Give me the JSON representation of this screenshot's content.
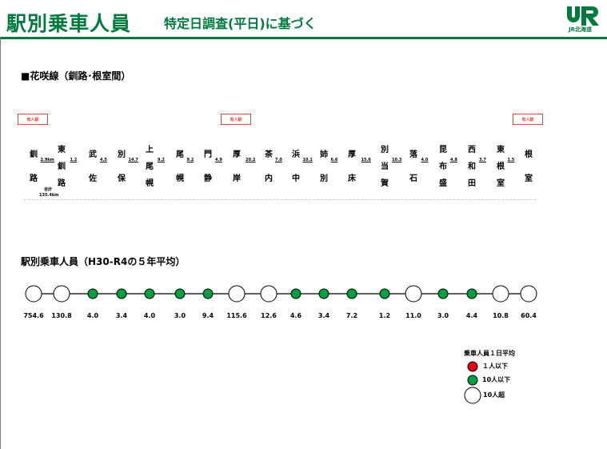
{
  "header": {
    "title": "駅別乗車人員",
    "subtitle": "特定日調査(平日)に基づく",
    "logo_text": "JR北海道",
    "accent_color": "#007a3d"
  },
  "section_title": "■花咲線（釧路･根室間）",
  "staffed_label": "有人駅",
  "staffed_stations": [
    "釧路",
    "厚岸",
    "根室"
  ],
  "stations": [
    {
      "name": "釧路",
      "riders": "754.6",
      "category": "over10"
    },
    {
      "name": "東釧路",
      "riders": "130.8",
      "category": "over10"
    },
    {
      "name": "武佐",
      "riders": "4.0",
      "category": "10orless"
    },
    {
      "name": "別保",
      "riders": "3.4",
      "category": "10orless"
    },
    {
      "name": "上尾幌",
      "riders": "4.0",
      "category": "10orless"
    },
    {
      "name": "尾幌",
      "riders": "3.0",
      "category": "10orless"
    },
    {
      "name": "門静",
      "riders": "9.4",
      "category": "10orless"
    },
    {
      "name": "厚岸",
      "riders": "115.6",
      "category": "over10"
    },
    {
      "name": "茶内",
      "riders": "12.6",
      "category": "over10"
    },
    {
      "name": "浜中",
      "riders": "4.6",
      "category": "10orless"
    },
    {
      "name": "姉別",
      "riders": "3.4",
      "category": "10orless"
    },
    {
      "name": "厚床",
      "riders": "7.2",
      "category": "10orless"
    },
    {
      "name": "別当賀",
      "riders": "1.2",
      "category": "10orless"
    },
    {
      "name": "落石",
      "riders": "11.0",
      "category": "over10"
    },
    {
      "name": "昆布盛",
      "riders": "3.0",
      "category": "10orless"
    },
    {
      "name": "西和田",
      "riders": "4.4",
      "category": "10orless"
    },
    {
      "name": "東根室",
      "riders": "10.8",
      "category": "over10"
    },
    {
      "name": "根室",
      "riders": "60.4",
      "category": "over10"
    }
  ],
  "distances": [
    "2.9km",
    "1.2",
    "4.5",
    "14.7",
    "9.2",
    "9.2",
    "4.9",
    "20.2",
    "7.0",
    "10.1",
    "6.6",
    "15.6",
    "10.3",
    "4.0",
    "4.8",
    "3.7",
    "1.5"
  ],
  "total_distance": {
    "label": "合計",
    "value": "135.4km"
  },
  "ridership_title": "駅別乗車人員（H30-R4の５年平均）",
  "legend": {
    "title": "乗車人員１日平均",
    "items": [
      {
        "label": "１人以下",
        "color": "#e60012"
      },
      {
        "label": "10人以下",
        "color": "#00a040"
      },
      {
        "label": "10人超",
        "color": "#ffffff"
      }
    ]
  },
  "colors": {
    "under1": "#e60012",
    "10orless": "#00a040",
    "over10": "#ffffff"
  }
}
